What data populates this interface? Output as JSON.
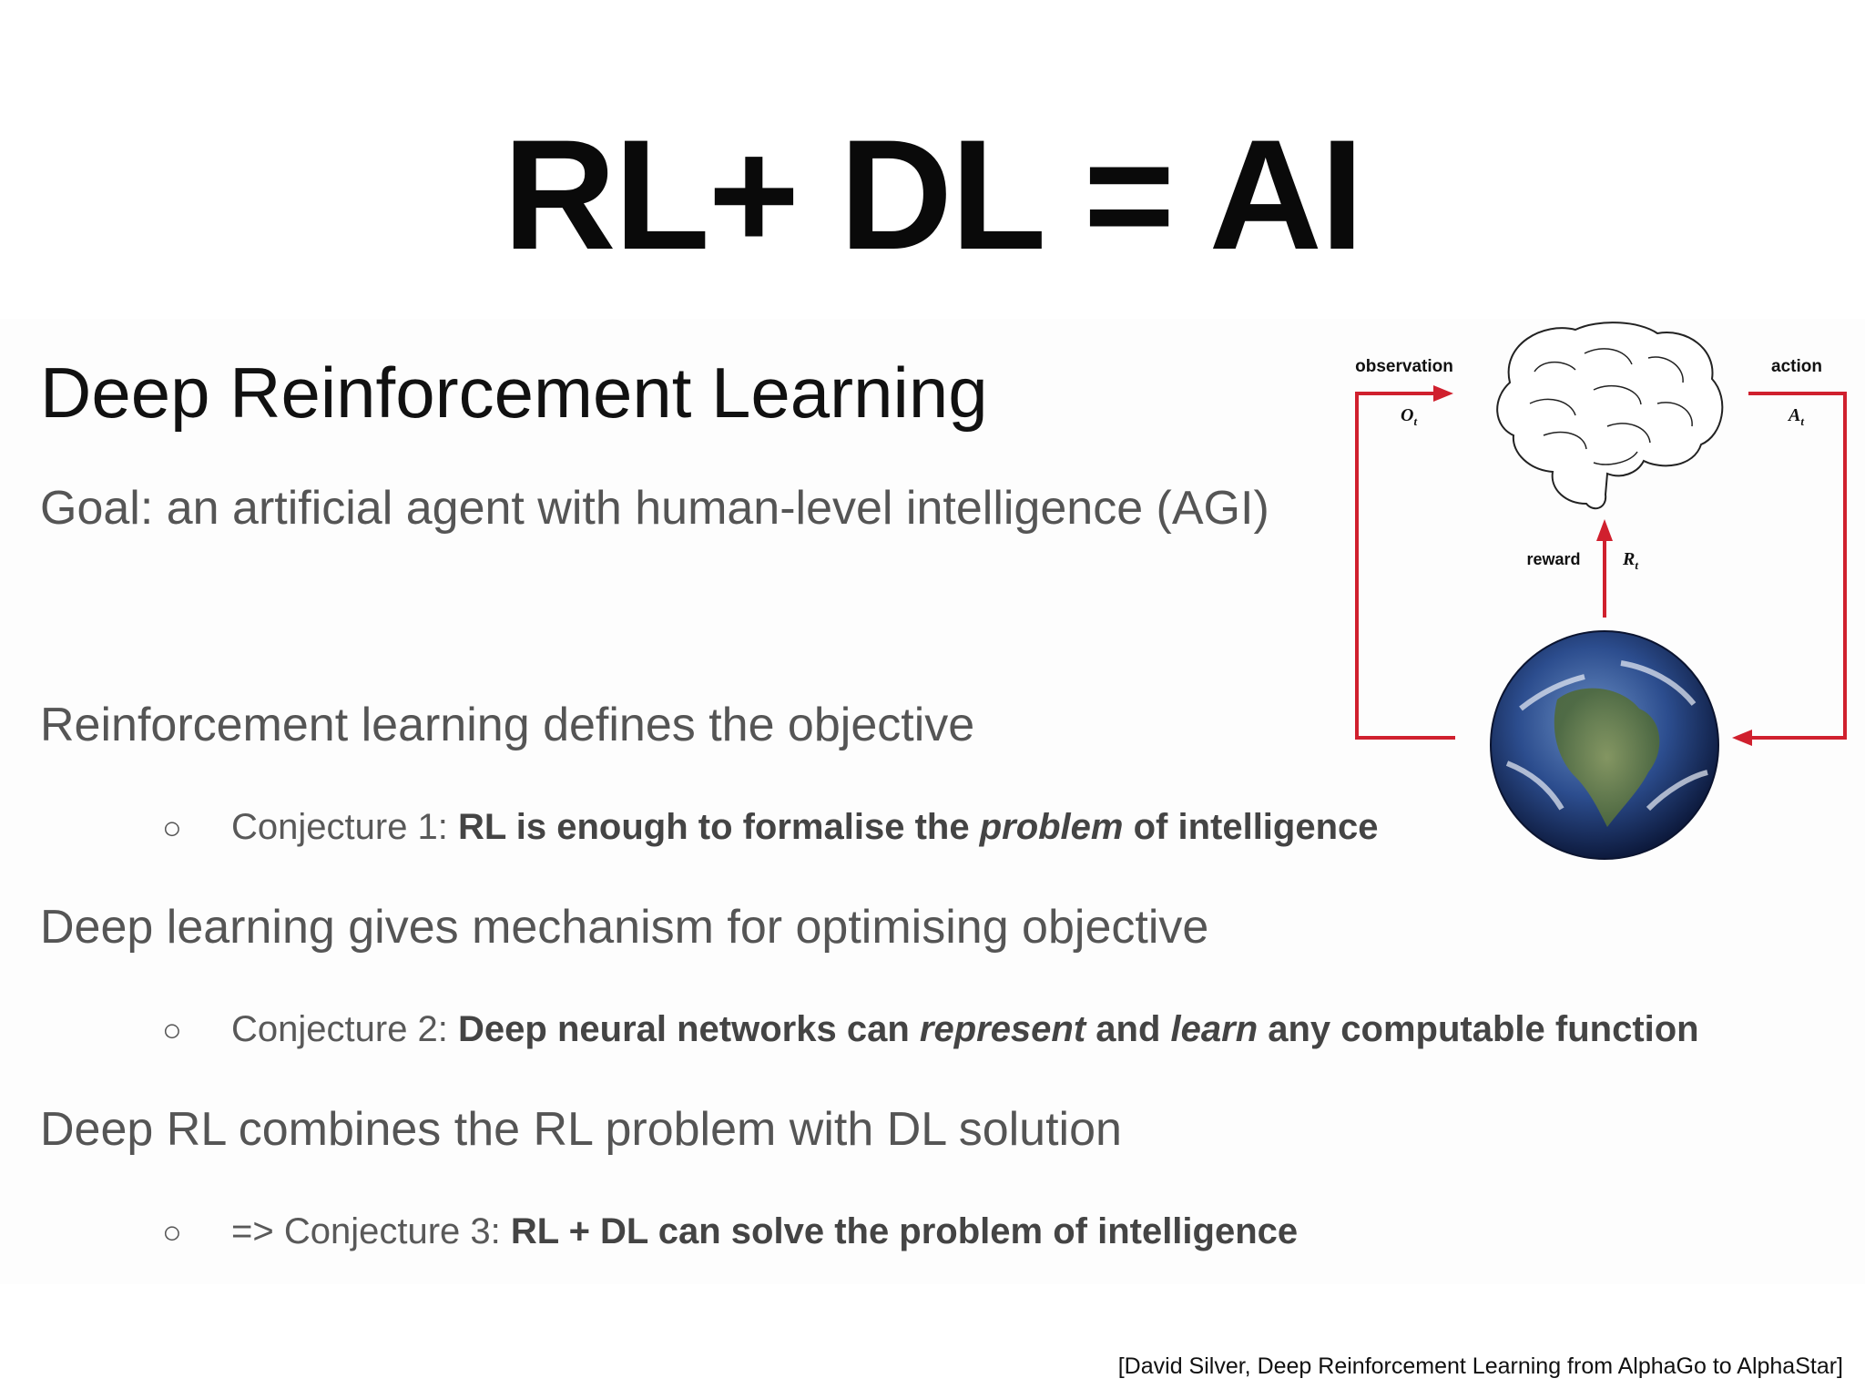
{
  "title": "RL+ DL = AI",
  "subtitle": "Deep Reinforcement Learning",
  "goal": "Goal: an artificial agent with human-level intelligence (AGI)",
  "sections": [
    {
      "heading": "Reinforcement learning defines the objective",
      "bullet": {
        "marker": "○",
        "prefix": "Conjecture 1: ",
        "parts": [
          {
            "text": "RL is enough to formalise the ",
            "style": "bold"
          },
          {
            "text": "problem",
            "style": "bold-italic"
          },
          {
            "text": " of intelligence",
            "style": "bold"
          }
        ]
      }
    },
    {
      "heading": "Deep learning gives mechanism for optimising objective",
      "bullet": {
        "marker": "○",
        "prefix": "Conjecture 2: ",
        "parts": [
          {
            "text": "Deep neural networks can ",
            "style": "bold"
          },
          {
            "text": "represent",
            "style": "bold-italic"
          },
          {
            "text": " and ",
            "style": "bold"
          },
          {
            "text": "learn",
            "style": "bold-italic"
          },
          {
            "text": " any computable function",
            "style": "bold"
          }
        ]
      }
    },
    {
      "heading": "Deep RL combines the RL problem with DL solution",
      "bullet": {
        "marker": "○",
        "prefix": "=> Conjecture 3: ",
        "parts": [
          {
            "text": "RL + DL can solve the problem of intelligence",
            "style": "bold"
          }
        ]
      }
    }
  ],
  "diagram": {
    "observation_label": "observation",
    "observation_symbol": "O",
    "action_label": "action",
    "action_symbol": "A",
    "reward_label": "reward",
    "reward_symbol": "R",
    "subscript": "t",
    "arrow_color": "#d0202e"
  },
  "citation": "[David Silver, Deep Reinforcement Learning from AlphaGo to AlphaStar]"
}
